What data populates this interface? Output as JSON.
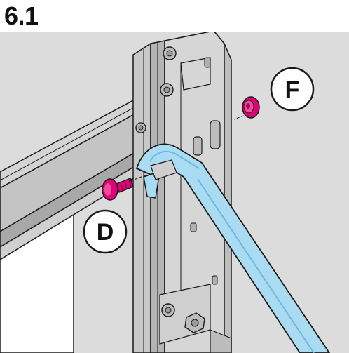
{
  "step": {
    "number": "6.1"
  },
  "callouts": {
    "fastener_f": "F",
    "fastener_d": "D"
  },
  "colors": {
    "background": "#dcdcdc",
    "steel_light": "#d8d8d8",
    "steel_mid": "#bdbdbd",
    "steel_dark": "#9a9a9a",
    "outline": "#1a1a1a",
    "brace_blue": "#a9dcf2",
    "brace_blue_dark": "#6fb8dc",
    "fastener_magenta": "#e0007a",
    "callout_fill": "#ffffff"
  },
  "icons": [
    "bolt-icon",
    "plug-icon",
    "screw-icon",
    "nut-icon"
  ]
}
